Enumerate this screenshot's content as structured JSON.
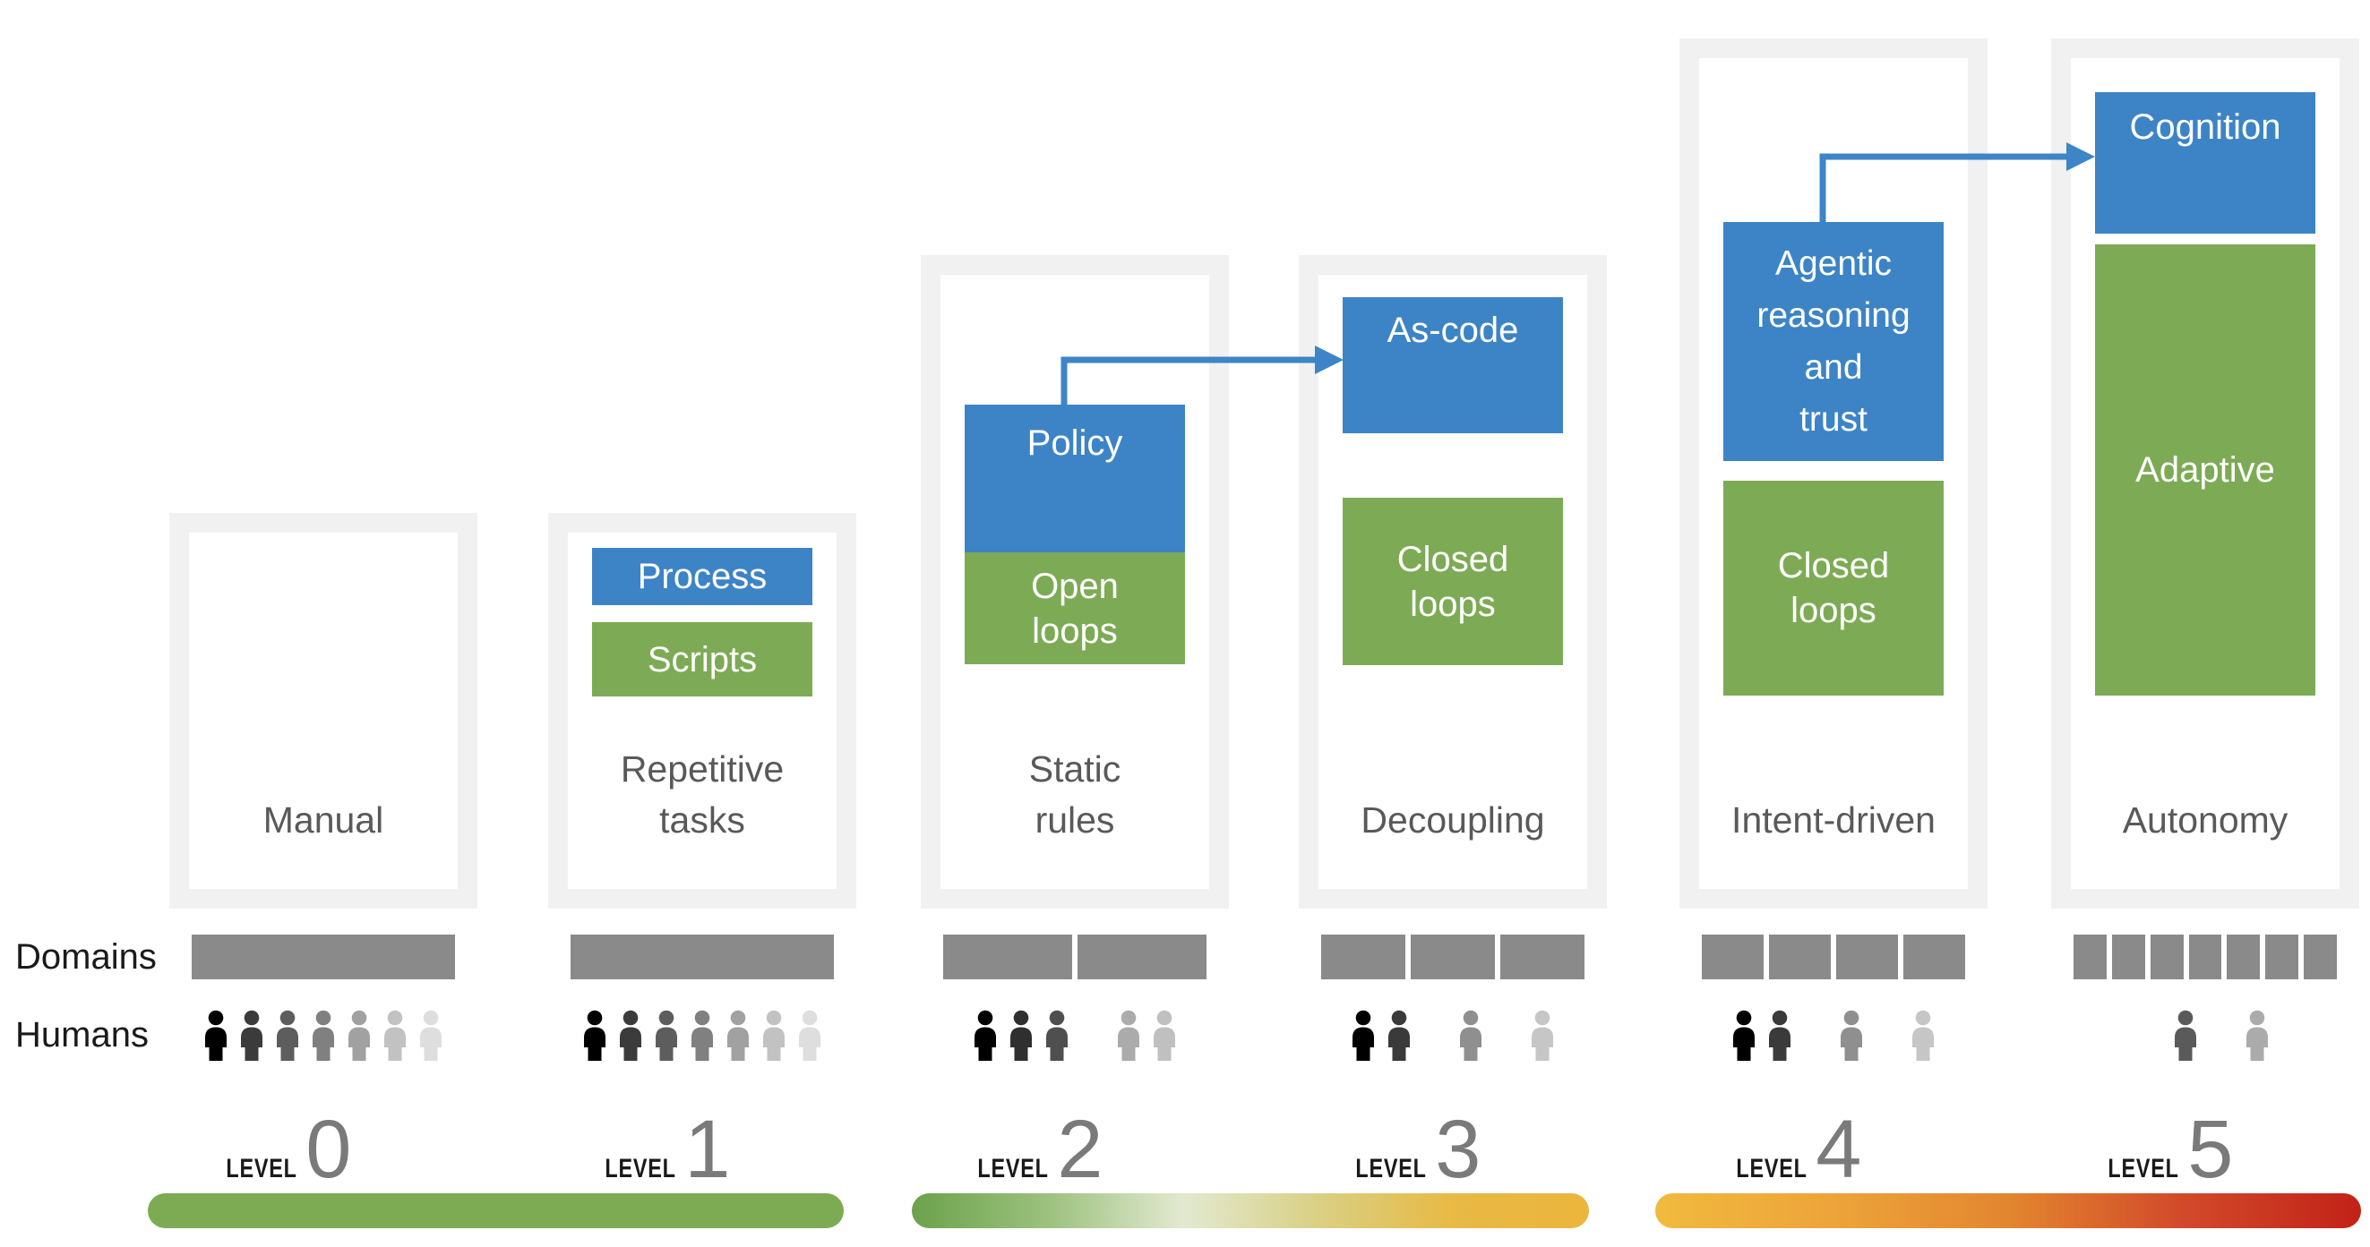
{
  "colors": {
    "blue": "#3d84c6",
    "green": "#7dab55",
    "column_bg": "#f1f1f1",
    "domain_bar": "#8a8a8a",
    "title_text": "#595959",
    "label_text": "#1a1a1a",
    "digit_text": "#7a7a7a",
    "arrow": "#3d85c6",
    "bar1_solid": "#7cab53",
    "bar2_stops": [
      "#6ba24a",
      "#9cc17e",
      "#e2e9d0",
      "#d9d084",
      "#e8b944",
      "#ecb53c"
    ],
    "bar3_stops": [
      "#f1ba3e",
      "#eda43a",
      "#e2862f",
      "#d2492a",
      "#c22217"
    ]
  },
  "row_labels": {
    "domains": "Domains",
    "humans": "Humans"
  },
  "levels": [
    {
      "badge": "LEVEL",
      "number": "0",
      "title": "Manual",
      "boxes": [],
      "domain_segments": 1,
      "humans": [
        "#000000",
        "#3b3b3b",
        "#5d5d5d",
        "#808080",
        "#a1a1a1",
        "#c2c2c2",
        "#dedede"
      ]
    },
    {
      "badge": "LEVEL",
      "number": "1",
      "title": "Repetitive\ntasks",
      "boxes": [
        {
          "label": "Process",
          "color": "blue"
        },
        {
          "label": "Scripts",
          "color": "green"
        }
      ],
      "domain_segments": 1,
      "humans": [
        "#000000",
        "#3b3b3b",
        "#5d5d5d",
        "#808080",
        "#a1a1a1",
        "#c2c2c2",
        "#dedede"
      ]
    },
    {
      "badge": "LEVEL",
      "number": "2",
      "title": "Static\nrules",
      "boxes": [
        {
          "label": "Policy",
          "color": "blue"
        },
        {
          "label": "Open\nloops",
          "color": "green"
        }
      ],
      "domain_segments": 2,
      "humans": [
        "#000000",
        "#2f2f2f",
        "#4f4f4f",
        null,
        "#ababab",
        "#c0c0c0"
      ]
    },
    {
      "badge": "LEVEL",
      "number": "3",
      "title": "Decoupling",
      "boxes": [
        {
          "label": "As-code",
          "color": "blue"
        },
        {
          "label": "Closed\nloops",
          "color": "green"
        }
      ],
      "domain_segments": 3,
      "humans": [
        "#000000",
        "#3a3a3a",
        null,
        "#8f8f8f",
        null,
        "#c6c6c6"
      ]
    },
    {
      "badge": "LEVEL",
      "number": "4",
      "title": "Intent-driven",
      "boxes": [
        {
          "label": "Agentic\nreasoning\nand\ntrust",
          "color": "blue"
        },
        {
          "label": "Closed\nloops",
          "color": "green"
        }
      ],
      "domain_segments": 4,
      "humans": [
        "#000000",
        "#3a3a3a",
        null,
        "#8f8f8f",
        null,
        "#c6c6c6"
      ]
    },
    {
      "badge": "LEVEL",
      "number": "5",
      "title": "Autonomy",
      "boxes": [
        {
          "label": "Cognition",
          "color": "blue"
        },
        {
          "label": "Adaptive",
          "color": "green"
        }
      ],
      "domain_segments": 7,
      "humans": [
        "#5a5a5a",
        null,
        "#ababab"
      ]
    }
  ]
}
